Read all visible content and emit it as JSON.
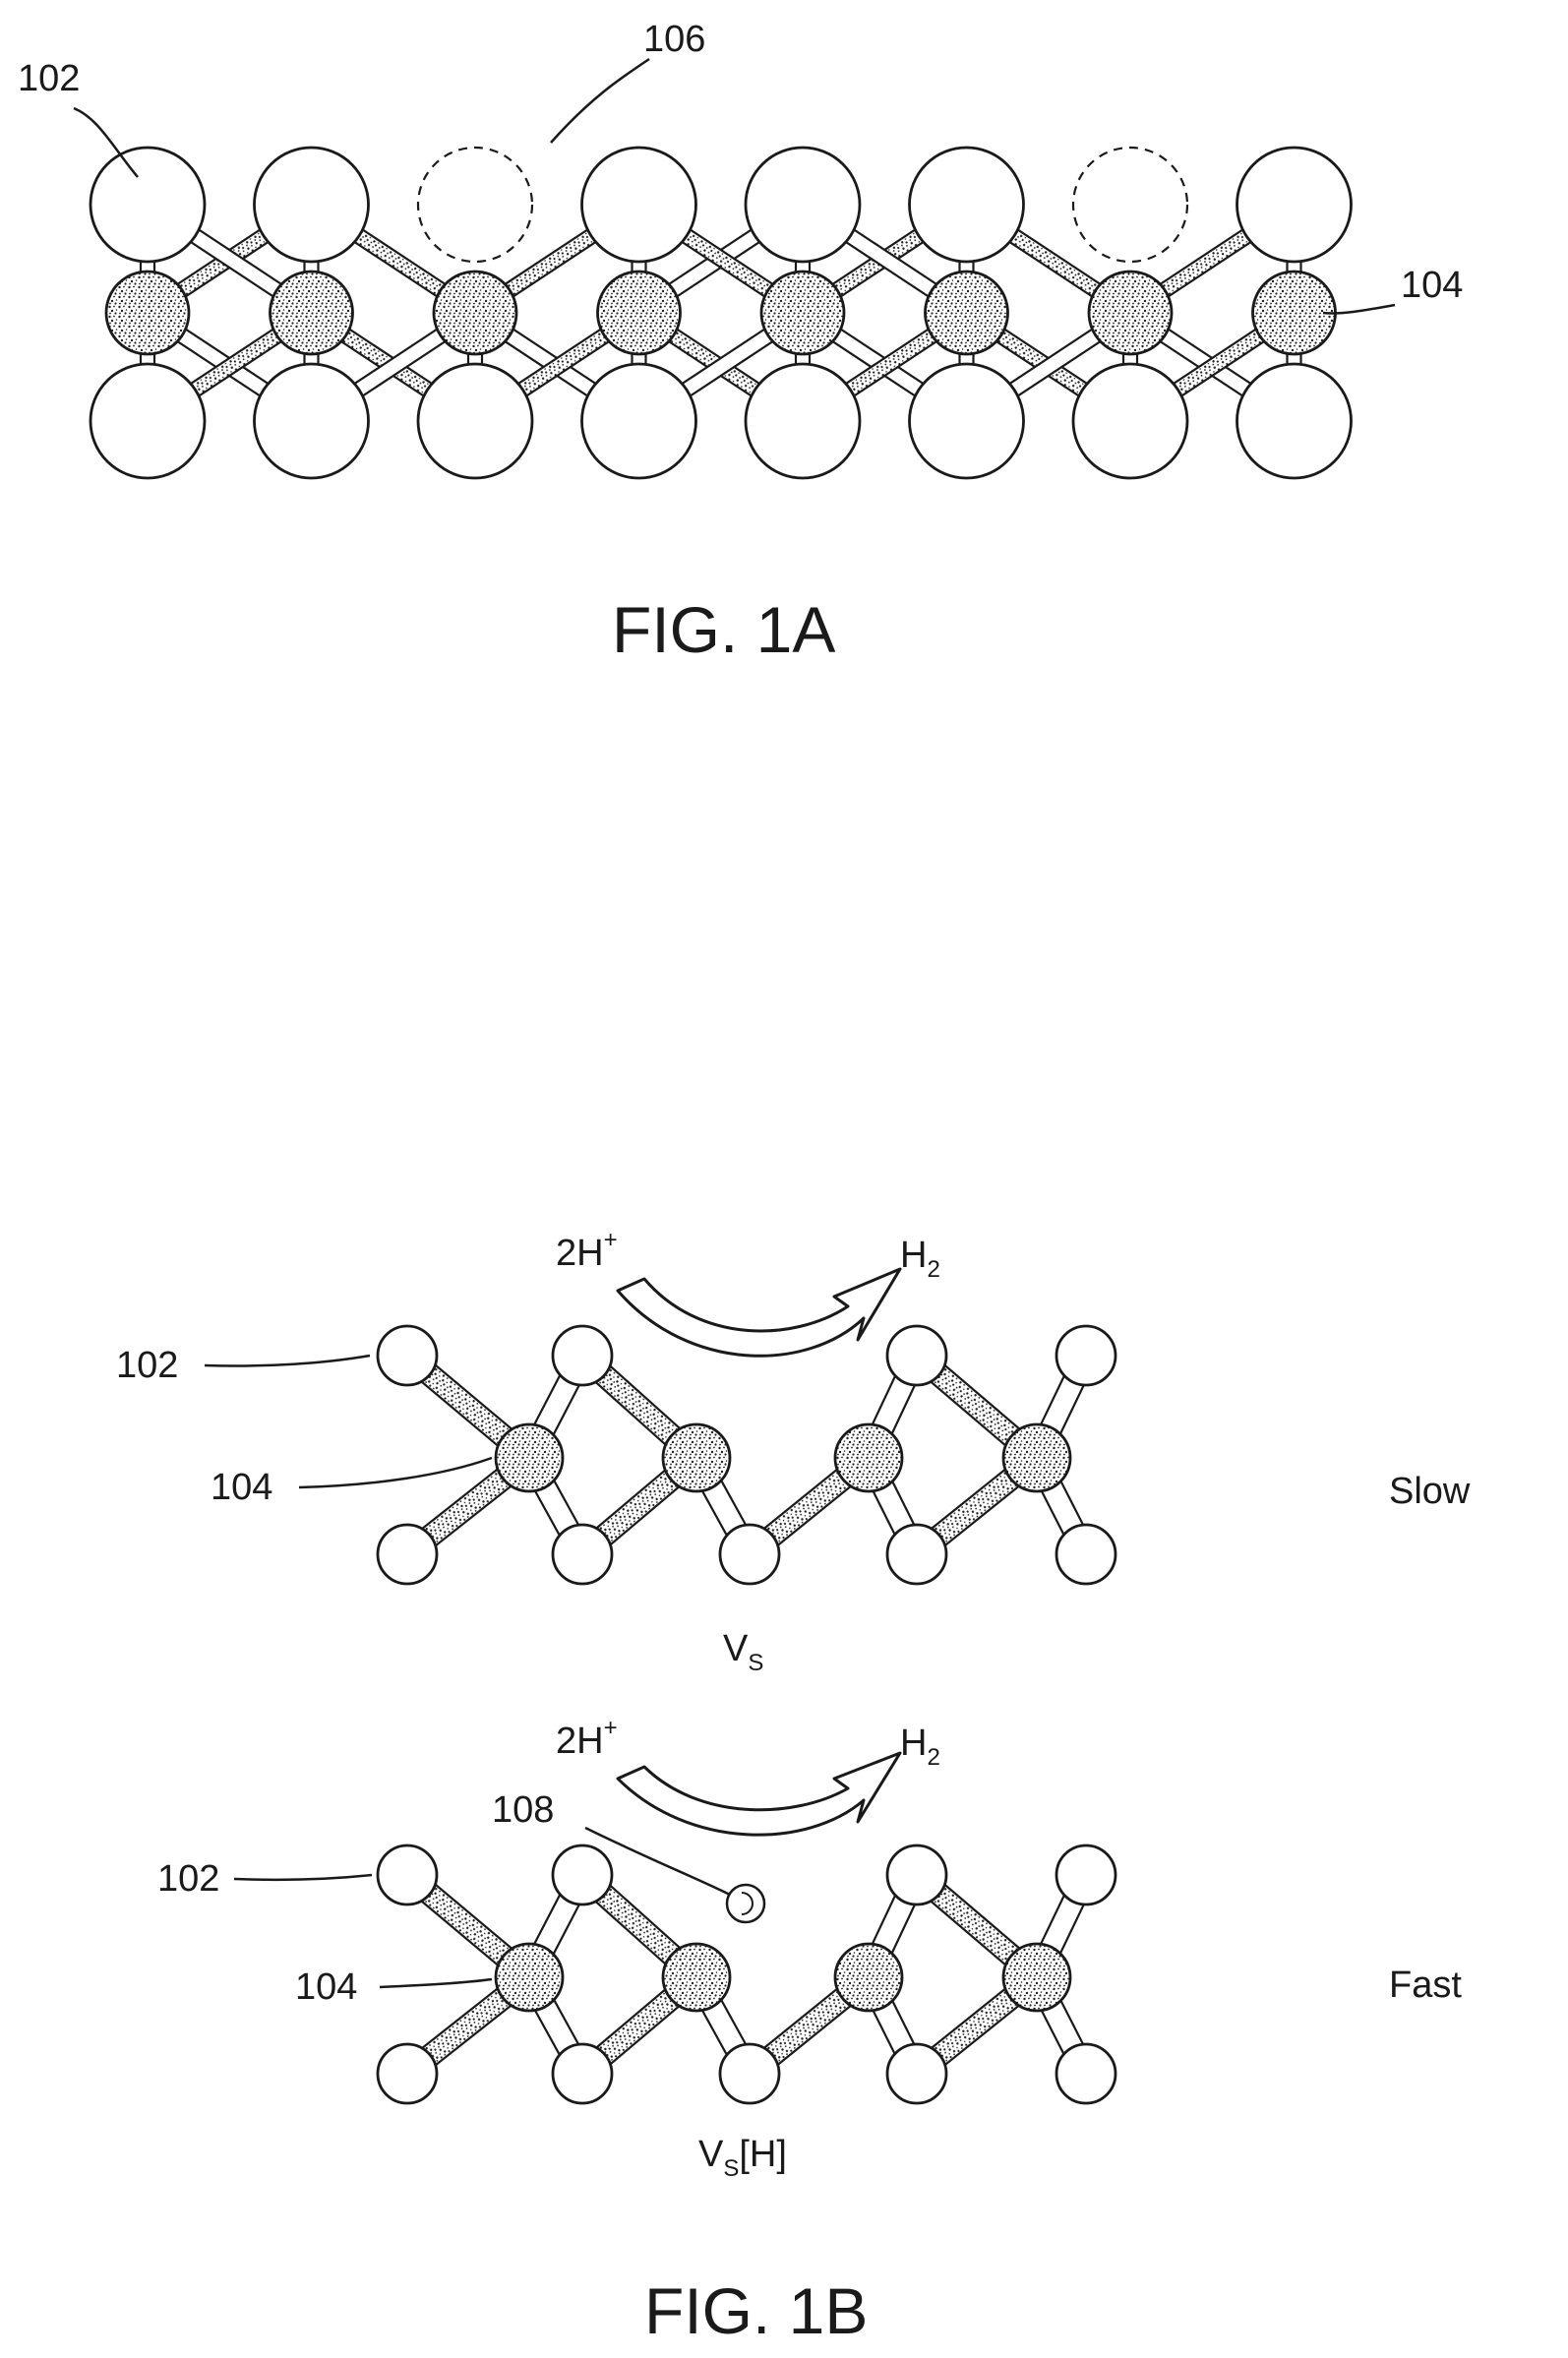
{
  "fig_1a": {
    "caption": "FIG. 1A",
    "refs": {
      "chalcogen": "102",
      "metal": "104",
      "vacancy": "106"
    }
  },
  "fig_1b": {
    "caption": "FIG. 1B",
    "slow_panel": {
      "reactant_coef": "2H",
      "reactant_sup": "+",
      "product": "H",
      "product_sub": "2",
      "ref_chalcogen": "102",
      "ref_metal": "104",
      "rate": "Slow",
      "vacancy_main": "V",
      "vacancy_sub": "S",
      "vacancy_suffix": ""
    },
    "fast_panel": {
      "reactant_coef": "2H",
      "reactant_sup": "+",
      "product": "H",
      "product_sub": "2",
      "ref_chalcogen": "102",
      "ref_metal": "104",
      "ref_hydrogen": "108",
      "rate": "Fast",
      "vacancy_main": "V",
      "vacancy_sub": "S",
      "vacancy_suffix": "[H]"
    }
  }
}
